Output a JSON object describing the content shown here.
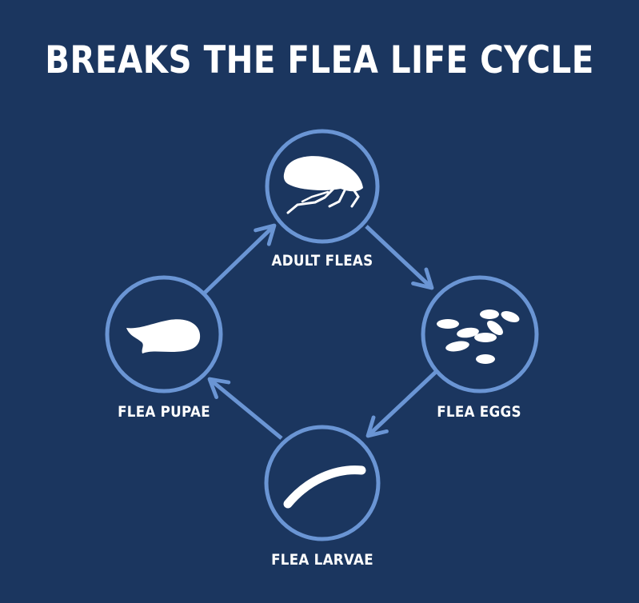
{
  "title": "BREAKS THE FLEA LIFE CYCLE",
  "stages": [
    {
      "label": "ADULT FLEAS",
      "icon": "adult-flea-icon"
    },
    {
      "label": "FLEA EGGS",
      "icon": "flea-eggs-icon"
    },
    {
      "label": "FLEA LARVAE",
      "icon": "flea-larva-icon"
    },
    {
      "label": "FLEA PUPAE",
      "icon": "flea-pupa-icon"
    }
  ],
  "colors": {
    "background": "#1b365f",
    "ring": "#6a95d4",
    "arrow": "#6a95d4",
    "text": "#ffffff"
  }
}
